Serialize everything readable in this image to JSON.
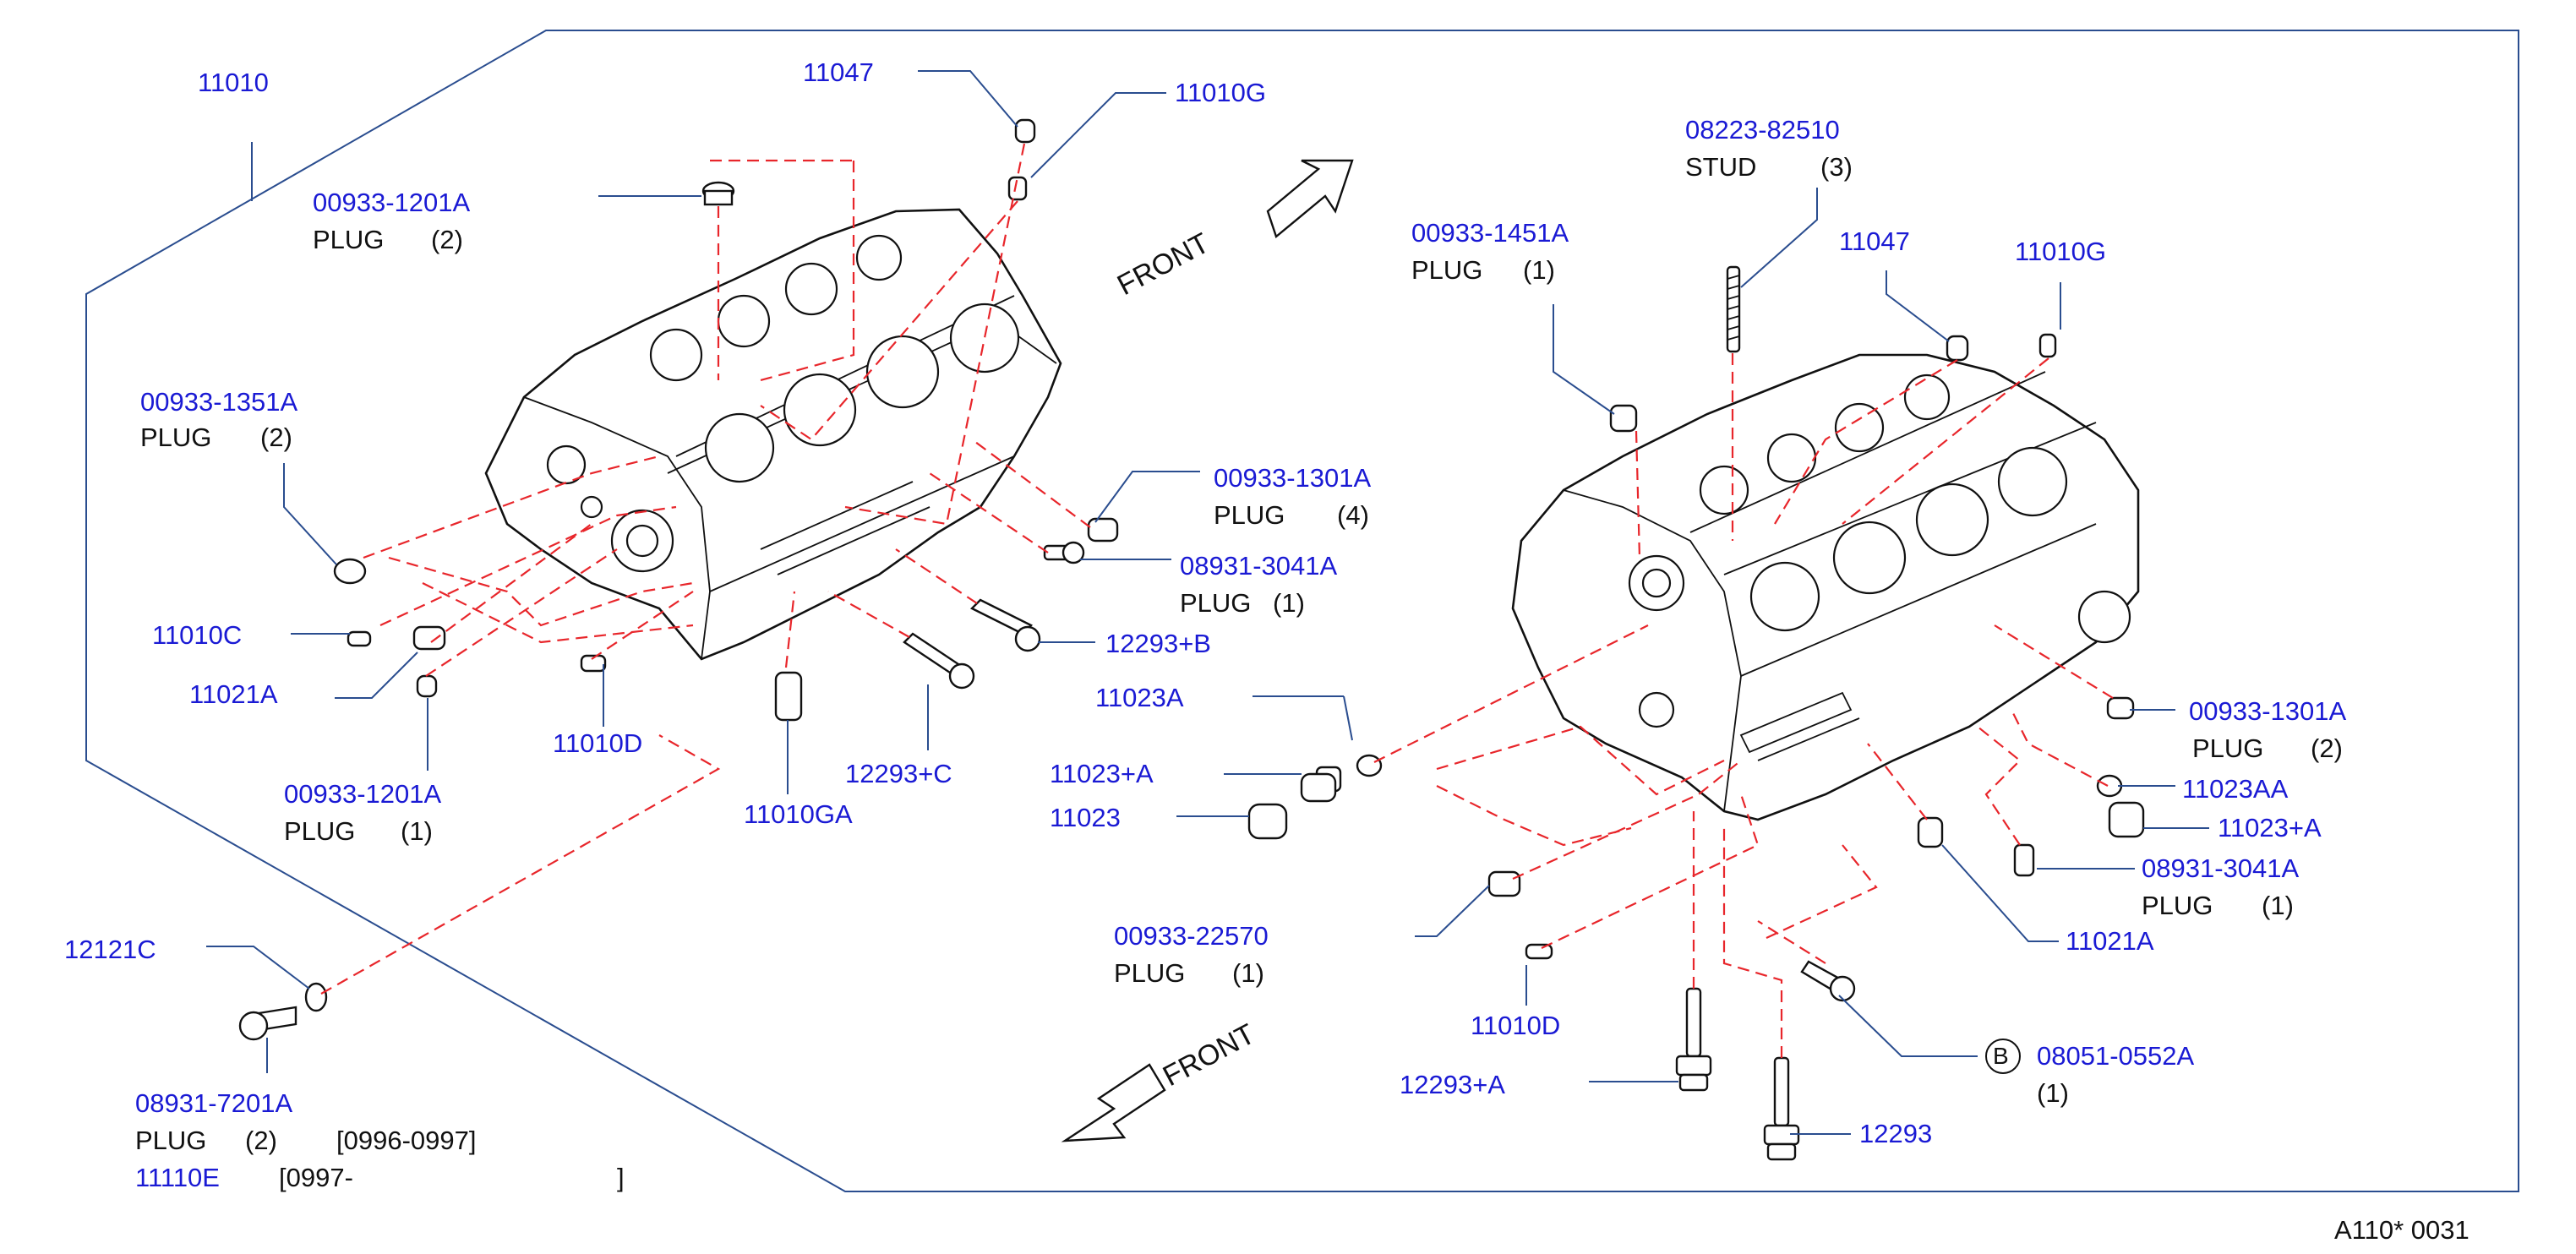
{
  "diagram": {
    "frame_label": "11010",
    "footer_code": "A110*  0031",
    "front_text": "FRONT",
    "left_block": {
      "callouts": [
        {
          "part": "11047"
        },
        {
          "part": "11010G"
        },
        {
          "part": "00933-1201A",
          "desc": "PLUG",
          "qty": "(2)"
        },
        {
          "part": "00933-1351A",
          "desc": "PLUG",
          "qty": "(2)"
        },
        {
          "part": "00933-1301A",
          "desc": "PLUG",
          "qty": "(4)"
        },
        {
          "part": "08931-3041A",
          "desc": "PLUG",
          "qty": "(1)"
        },
        {
          "part": "11010C"
        },
        {
          "part": "12293+B"
        },
        {
          "part": "11021A"
        },
        {
          "part": "11010D"
        },
        {
          "part": "00933-1201A",
          "desc": "PLUG",
          "qty": "(1)"
        },
        {
          "part": "12293+C"
        },
        {
          "part": "11010GA"
        },
        {
          "part": "12121C"
        },
        {
          "part": "08931-7201A",
          "desc": "PLUG",
          "qty": "(2)",
          "range": "[0996-0997]"
        },
        {
          "part": "11110E",
          "range": "[0997-",
          "range_end": "]"
        }
      ]
    },
    "middle_parts": {
      "callouts": [
        {
          "part": "11023A"
        },
        {
          "part": "11023+A"
        },
        {
          "part": "11023"
        },
        {
          "part": "00933-22570",
          "desc": "PLUG",
          "qty": "(1)"
        }
      ]
    },
    "right_block": {
      "callouts": [
        {
          "part": "08223-82510",
          "desc": "STUD",
          "qty": "(3)"
        },
        {
          "part": "00933-1451A",
          "desc": "PLUG",
          "qty": "(1)"
        },
        {
          "part": "11047"
        },
        {
          "part": "11010G"
        },
        {
          "part": "00933-1301A",
          "desc": "PLUG",
          "qty": "(2)"
        },
        {
          "part": "11023AA"
        },
        {
          "part": "11023+A"
        },
        {
          "part": "08931-3041A",
          "desc": "PLUG",
          "qty": "(1)"
        },
        {
          "part": "11021A"
        },
        {
          "part": "11010D"
        },
        {
          "part": "12293+A"
        },
        {
          "part": "12293"
        },
        {
          "part": "08051-0552A",
          "badge": "B",
          "qty": "(1)"
        }
      ]
    },
    "colors": {
      "part_number": "#1a1ad4",
      "text": "#111111",
      "leader_line": "#2a4d8f",
      "dashed_line": "#e8262b"
    }
  }
}
